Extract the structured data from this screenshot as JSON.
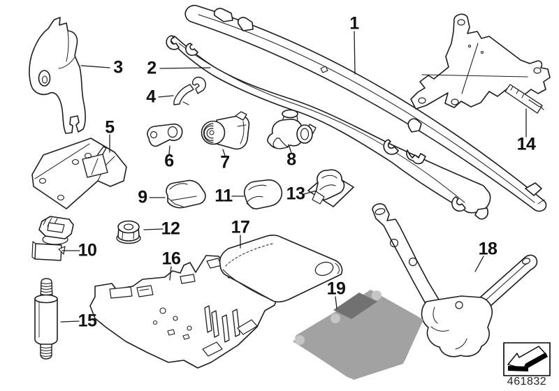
{
  "diagram": {
    "type": "exploded-parts-line-drawing",
    "callouts": [
      {
        "num": "1"
      },
      {
        "num": "2"
      },
      {
        "num": "3"
      },
      {
        "num": "4"
      },
      {
        "num": "5"
      },
      {
        "num": "6"
      },
      {
        "num": "7"
      },
      {
        "num": "8"
      },
      {
        "num": "9"
      },
      {
        "num": "10"
      },
      {
        "num": "11"
      },
      {
        "num": "12"
      },
      {
        "num": "13"
      },
      {
        "num": "14"
      },
      {
        "num": "15"
      },
      {
        "num": "16"
      },
      {
        "num": "17"
      },
      {
        "num": "18"
      },
      {
        "num": "19"
      }
    ],
    "colors": {
      "line": "#1d1d1d",
      "background": "#ffffff",
      "pad_fill": "#a2a2a2",
      "pad_label_fill": "#717171",
      "pad_hole_fill": "#c6c6c6"
    }
  },
  "footer": {
    "doc_number": "461832",
    "icon": "installation-direction-arrow-icon"
  }
}
